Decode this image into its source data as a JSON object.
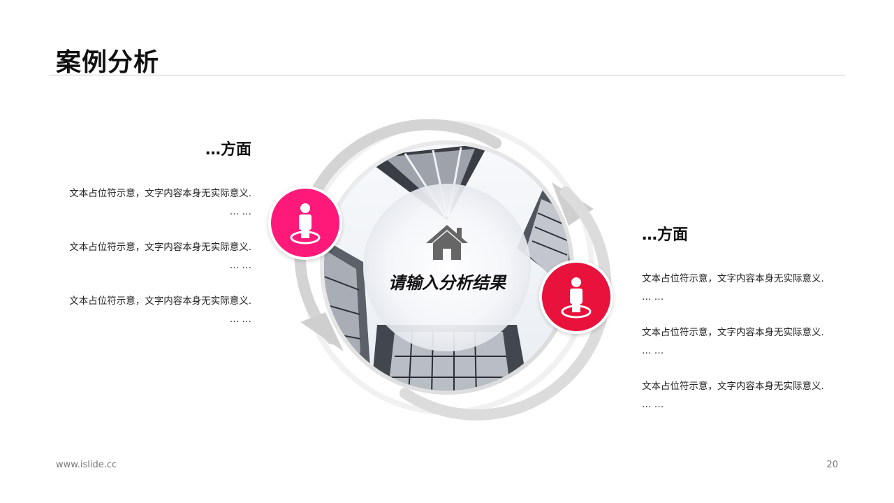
{
  "title": "案例分析",
  "left_panel": {
    "heading": "…方面",
    "items": [
      {
        "text": "文本占位符示意，文字内容本身无实际意义.",
        "dots": "… …"
      },
      {
        "text": "文本占位符示意，文字内容本身无实际意义.",
        "dots": "… …"
      },
      {
        "text": "文本占位符示意，文字内容本身无实际意义.",
        "dots": "… …"
      }
    ]
  },
  "right_panel": {
    "heading": "…方面",
    "items": [
      {
        "text": "文本占位符示意，文字内容本身无实际意义.",
        "dots": "… …"
      },
      {
        "text": "文本占位符示意，文字内容本身无实际意义.",
        "dots": "… …"
      },
      {
        "text": "文本占位符示意，文字内容本身无实际意义.",
        "dots": "… …"
      }
    ]
  },
  "center": {
    "label": "请输入分析结果",
    "icon": "house-icon"
  },
  "badges": {
    "left_icon": "person-pin-icon",
    "right_icon": "person-pin-icon"
  },
  "colors": {
    "badge_left": "#ff1a7a",
    "badge_right": "#e8123c",
    "house": "#666666"
  },
  "footer": {
    "website": "www.islide.cc",
    "page_number": "20"
  }
}
